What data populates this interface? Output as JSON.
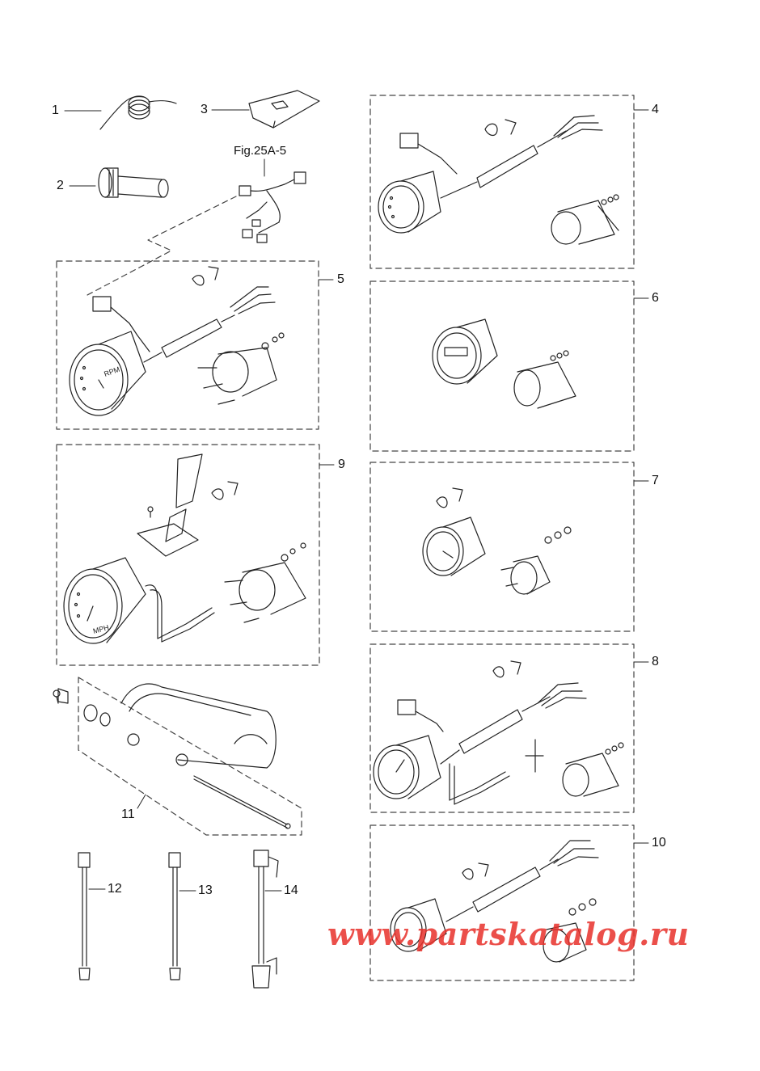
{
  "figure_ref": "Fig.25A-5",
  "callouts": [
    "1",
    "2",
    "3",
    "4",
    "5",
    "6",
    "7",
    "8",
    "9",
    "10",
    "11",
    "12",
    "13",
    "14"
  ],
  "gauge_marks": {
    "rpm": "RPM",
    "mph": "MPH"
  },
  "watermark": "www.partskatalog.ru",
  "colors": {
    "line": "#222222",
    "dash": "#444444",
    "watermark": "#e8312b"
  }
}
